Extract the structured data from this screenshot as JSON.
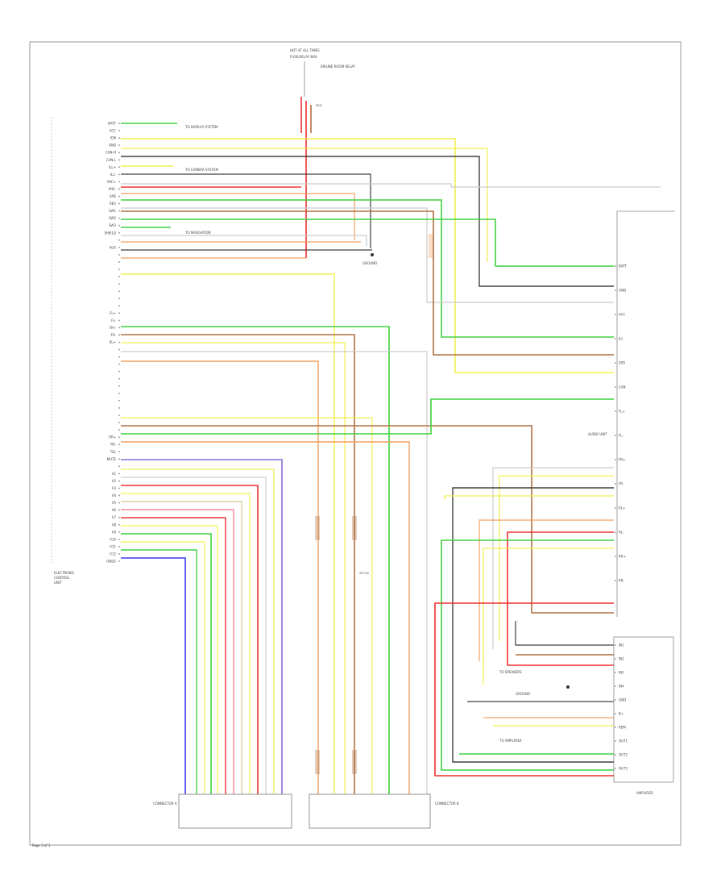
{
  "page_number": "Page 1 of 1",
  "top": {
    "fuse_label": "HOT AT ALL TIMES",
    "fuse_box": "FUSE/RELAY BOX",
    "side_note": "ENGINE ROOM RELAY",
    "wire_color": "RED"
  },
  "left_module": {
    "name_lines": [
      "ELECTRONIC",
      "CONTROL",
      "UNIT"
    ],
    "pins": [
      "BATT",
      "ACC",
      "IGN",
      "GND",
      "CAN-H",
      "CAN-L",
      "ILL+",
      "ILL-",
      "MIC+",
      "MIC-",
      "SPD",
      "REV",
      "SW1",
      "SW2",
      "SW3",
      "SHIELD",
      "",
      "AUX",
      "",
      "",
      "",
      "",
      "",
      "",
      "",
      "",
      "FL+",
      "FL-",
      "FR+",
      "FR-",
      "RL+",
      "",
      "",
      "",
      "",
      "",
      "",
      "",
      "",
      "",
      "",
      "",
      "",
      "RR+",
      "RR-",
      "TEL",
      "MUTE",
      "",
      "V1",
      "V2",
      "V3",
      "V4",
      "V5",
      "V6",
      "V7",
      "V8",
      "V9",
      "V10",
      "V11",
      "V12",
      "GND2"
    ]
  },
  "wire_colors": {
    "GRN": "#3ed13e",
    "YEL": "#f0f050",
    "PNK": "#f58a9a",
    "GRY": "#9a9a9a",
    "BLK": "#404040",
    "RED": "#f03030",
    "ORN": "#f0a060",
    "BRN": "#b07040",
    "VIO": "#8a6ad8",
    "BLU": "#3a3af0",
    "TAN": "#d8c890",
    "LTGRN": "#a8f0a8"
  },
  "right_unit_a": {
    "name": "AUDIO UNIT",
    "pins": [
      "BATT",
      "GND",
      "ACC",
      "ILL",
      "SPD",
      "CAN",
      "FL+",
      "FL-",
      "FR+",
      "FR-",
      "RL+",
      "RL-",
      "RR+",
      "RR-"
    ]
  },
  "right_unit_b": {
    "name": "AMPLIFIER",
    "pins": [
      "IN1",
      "IN2",
      "IN3",
      "IN4",
      "GND",
      "B+",
      "REM",
      "OUT1",
      "OUT2",
      "OUT3"
    ]
  },
  "bottom_connectors": {
    "left": "CONNECTOR A",
    "right": "CONNECTOR B"
  },
  "annotations": {
    "ground1": "GROUND",
    "ground2": "GROUND",
    "splice": "SPLICE",
    "to_system1": "TO DISPLAY SYSTEM",
    "to_system2": "TO CAMERA SYSTEM",
    "to_system3": "TO NAVIGATION",
    "to_system4": "TO SPEAKERS",
    "to_system5": "TO AMPLIFIER"
  }
}
